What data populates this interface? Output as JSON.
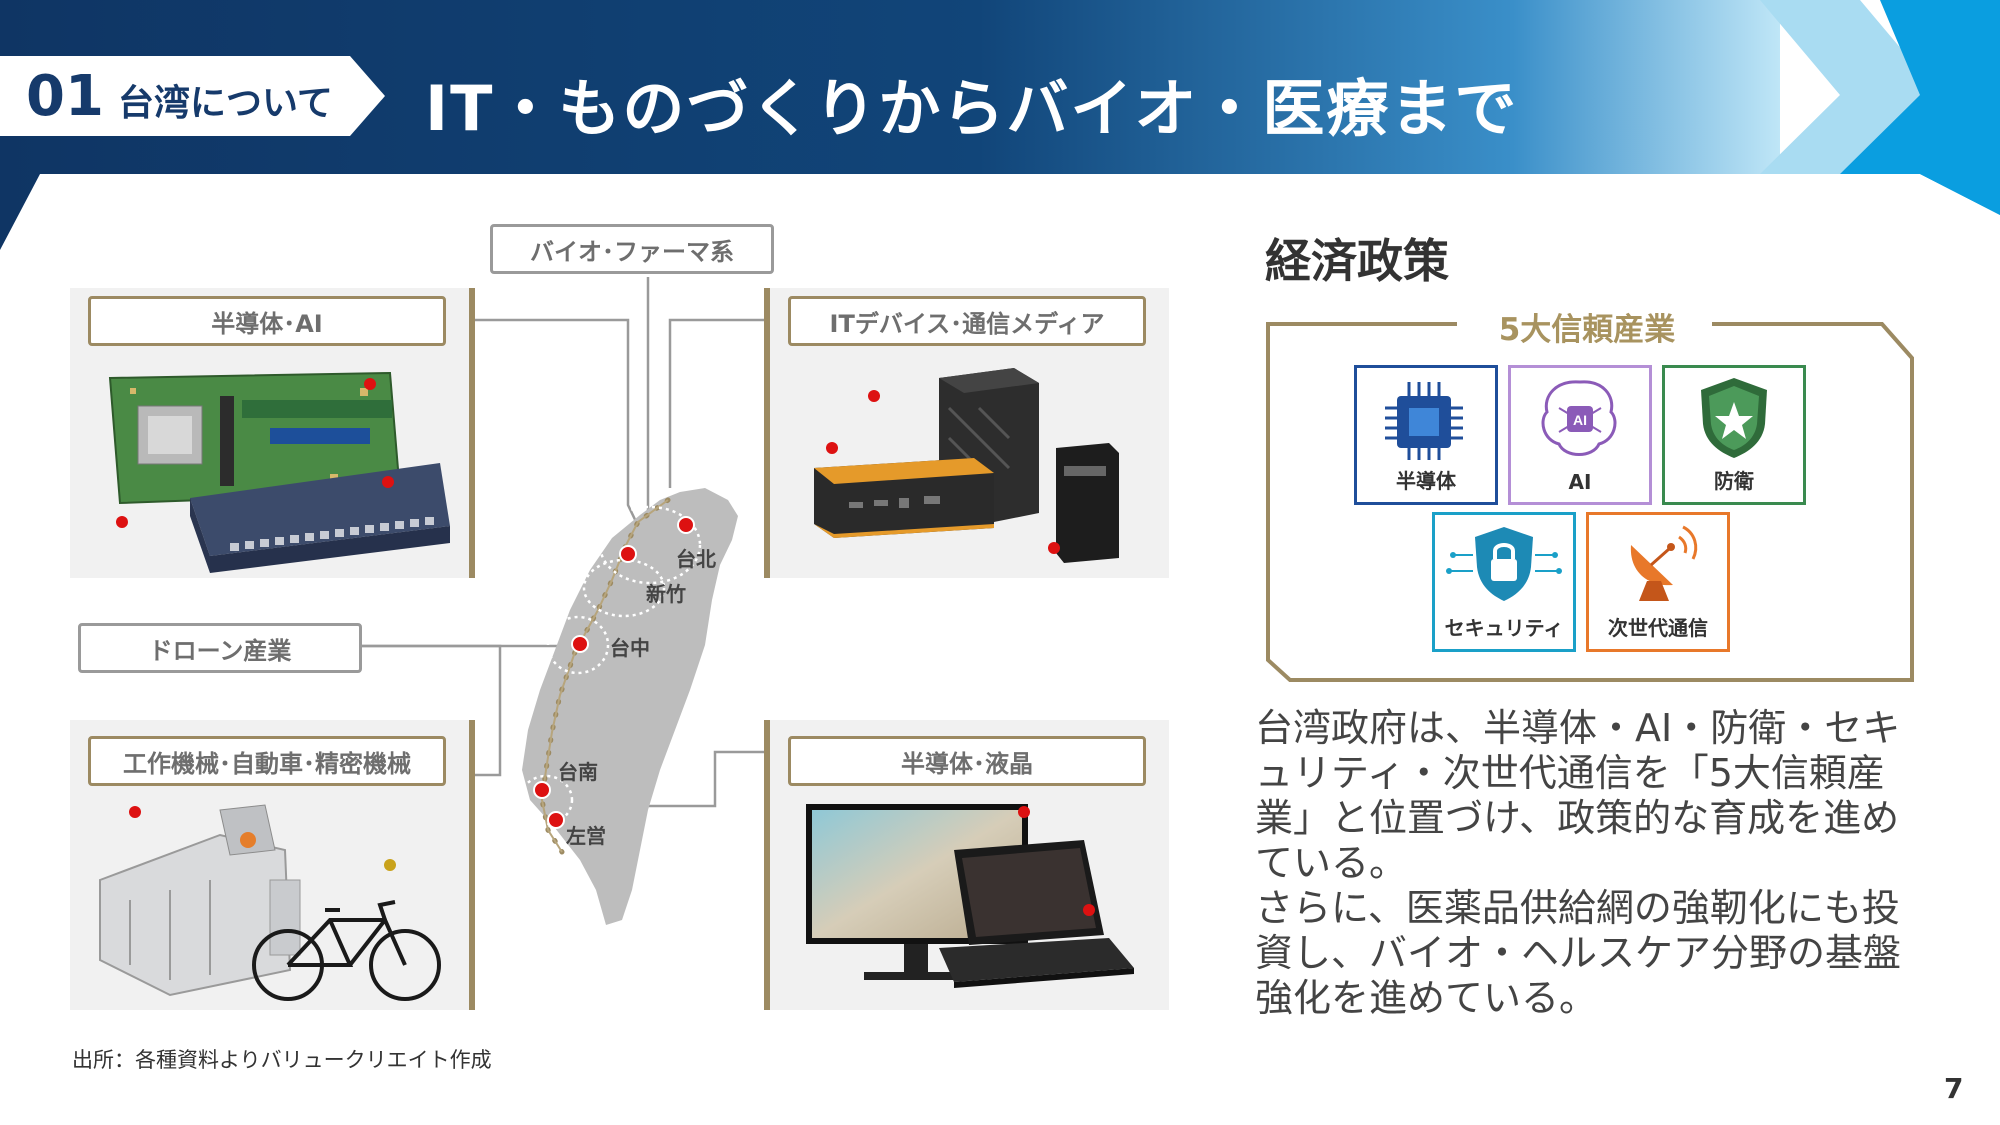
{
  "header": {
    "section_number": "01",
    "section_label": "台湾について",
    "title": "IT・ものづくりからバイオ・医療まで"
  },
  "categories": {
    "semiconductor_ai": "半導体･AI",
    "bio_pharma": "バイオ･ファーマ系",
    "it_devices": "ITデバイス･通信メディア",
    "drone": "ドローン産業",
    "machine_tools": "工作機械･自動車･精密機械",
    "semiconductor_lcd": "半導体･液晶"
  },
  "cities": {
    "taipei": "台北",
    "hsinchu": "新竹",
    "taichung": "台中",
    "tainan": "台南",
    "zuoying": "左営"
  },
  "source_note": "出所：各種資料よりバリュークリエイト作成",
  "policy": {
    "title": "経済政策",
    "frame_title": "5大信頼産業",
    "industries": [
      "半導体",
      "AI",
      "防衛",
      "セキュリティ",
      "次世代通信"
    ],
    "industry_colors": [
      "#1f4e9a",
      "#b48fd6",
      "#3a8a4f",
      "#1aa0c8",
      "#e8782a"
    ],
    "body": "台湾政府は、半導体・AI・防衛・セキュリティ・次世代通信を「5大信頼産業」と位置づけ、政策的な育成を進めている。\nさらに、医薬品供給網の強靭化にも投資し、バイオ・ヘルスケア分野の基盤強化を進めている。"
  },
  "page_number": "7",
  "colors": {
    "accent_gold": "#9c8a62",
    "header_navy": "#163a6b",
    "header_light": "#1aa3e0"
  }
}
